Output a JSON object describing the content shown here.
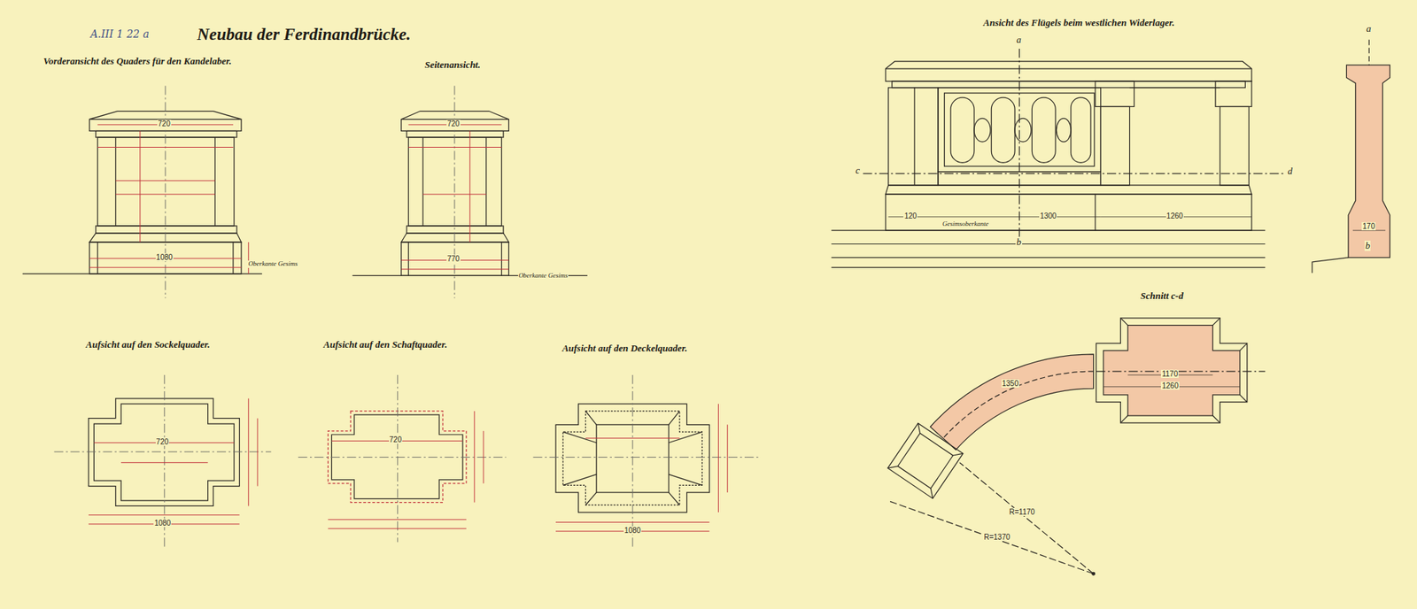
{
  "diagram": {
    "title": "Neubau der Ferdinandbrücke.",
    "labels": [
      "A.III 1 22 a",
      "Vorderansicht des Quaders für den Kandelaber.",
      "Seitenansicht.",
      "Ansicht des Flügels beim westlichen Widerlager.",
      "a",
      "a",
      "c",
      "d",
      "b",
      "b",
      "Oberkante Gesims",
      "Oberkante Gesims",
      "720",
      "720",
      "1080",
      "770",
      "120",
      "1300",
      "1260",
      "Gesimsoberkante",
      "170",
      "Aufsicht auf den Sockelquader.",
      "Aufsicht auf den Schaftquader.",
      "Aufsicht auf den Deckelquader.",
      "Schnitt c-d",
      "720",
      "1080",
      "720",
      "1080",
      "1170",
      "1260",
      "1350",
      "R=1170",
      "R=1370"
    ]
  }
}
